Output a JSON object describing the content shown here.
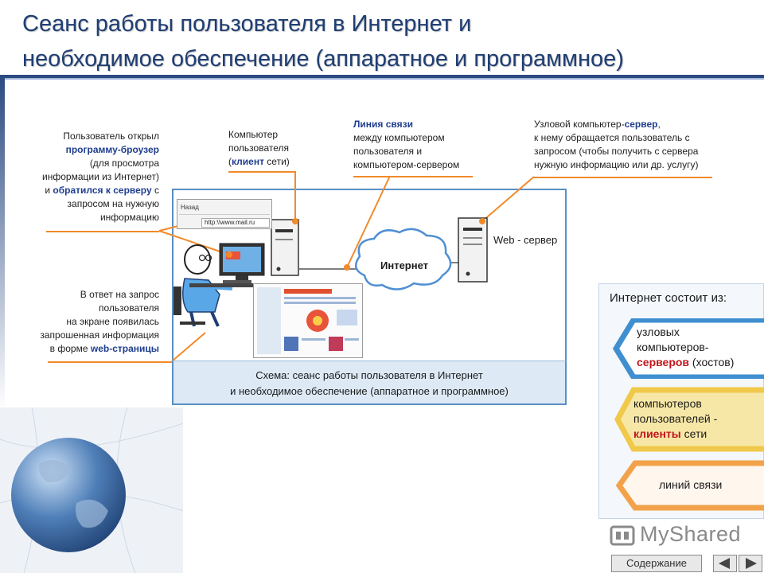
{
  "title": {
    "line1": "Сеанс работы пользователя в Интернет и",
    "line2": "необходимое обеспечение  (аппаратное и программное)"
  },
  "annotations": {
    "user": {
      "t1": "Пользователь открыл",
      "t2": "программу-броузер",
      "t3": "(для просмотра",
      "t4": "информации из Интернет)",
      "t5a": "и",
      "t5b": "обратился",
      "t5c": "к серверу",
      "t5d": "с",
      "t6": "запросом на нужную",
      "t7": "информацию"
    },
    "client": {
      "t1": "Компьютер",
      "t2": "пользователя",
      "t3a": "(",
      "t3b": "клиент",
      "t3c": "сети)"
    },
    "link": {
      "t1": "Линия связи",
      "t2": "между компьютером",
      "t3": "пользователя и",
      "t4": "компьютером-сервером"
    },
    "server": {
      "t1a": "Узловой компьютер-",
      "t1b": "сервер",
      "t1c": ",",
      "t2": "к нему обращается пользователь с",
      "t3": "запросом (чтобы получить с сервера",
      "t4": "нужную информацию или др. услугу)"
    },
    "response": {
      "t1": "В ответ на запрос",
      "t2": "пользователя",
      "t3": "на экране появилась",
      "t4": "запрошенная информация",
      "t5a": "в форме",
      "t5b": "web-страницы"
    }
  },
  "diagram": {
    "browser_back": "Назад",
    "browser_url": "http:\\\\www.mail.ru",
    "cloud_label": "Интернет",
    "server_label": "Web - сервер",
    "caption_line1": "Схема: сеанс работы пользователя в Интернет",
    "caption_line2": "и необходимое обеспечение (аппаратное и программное)"
  },
  "panel": {
    "title": "Интернет состоит из:",
    "item1_line1": "узловых",
    "item1_line2": "компьютеров-",
    "item1_red": "серверов",
    "item1_rest": " (хостов)",
    "item2_line1": "компьютеров",
    "item2_line2": "пользователей -",
    "item2_red": "клиенты",
    "item2_rest": " сети",
    "item3": "линий связи"
  },
  "footer": {
    "logo": "MyShared",
    "nav_label": "Содержание"
  },
  "colors": {
    "title": "#1f3e73",
    "accent_orange": "#f28a2a",
    "frame_blue": "#5a8fc4",
    "highlight_red": "#c0161d",
    "chevron_blue": "#3f8fd0",
    "chevron_yellow": "#f0c84a"
  }
}
